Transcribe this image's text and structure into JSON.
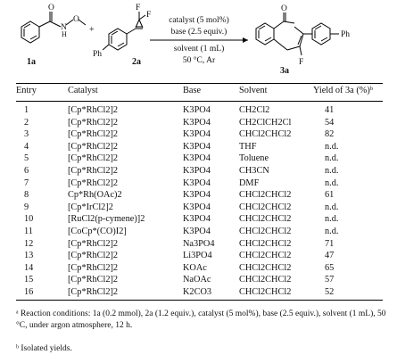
{
  "scheme": {
    "reagent1_label": "1a",
    "reagent2_label": "2a",
    "product_label": "3a",
    "plus": "+",
    "conditions_above_1": "catalyst (5 mol%)",
    "conditions_above_2": "base (2.5 equiv.)",
    "conditions_below_1": "solvent (1 mL)",
    "conditions_below_2": "50 °C, Ar",
    "atom_O_1": "O",
    "atom_N": "N",
    "atom_H": "H",
    "atom_O_2": "O",
    "atom_F_1": "F",
    "atom_F_2": "F",
    "atom_Ph_1": "Ph",
    "atom_O_3": "O",
    "atom_F_3": "F",
    "atom_Ph_2": "Ph"
  },
  "table": {
    "headers": {
      "entry": "Entry",
      "catalyst": "Catalyst",
      "base": "Base",
      "solvent": "Solvent",
      "yield": "Yield of 3a (%)ᵇ"
    },
    "rows": [
      {
        "entry": "1",
        "catalyst": "[Cp*RhCl2]2",
        "base": "K3PO4",
        "solvent": "CH2Cl2",
        "yield": "41"
      },
      {
        "entry": "2",
        "catalyst": "[Cp*RhCl2]2",
        "base": "K3PO4",
        "solvent": "CH2ClCH2Cl",
        "yield": "54"
      },
      {
        "entry": "3",
        "catalyst": "[Cp*RhCl2]2",
        "base": "K3PO4",
        "solvent": "CHCl2CHCl2",
        "yield": "82"
      },
      {
        "entry": "4",
        "catalyst": "[Cp*RhCl2]2",
        "base": "K3PO4",
        "solvent": "THF",
        "yield": "n.d."
      },
      {
        "entry": "5",
        "catalyst": "[Cp*RhCl2]2",
        "base": "K3PO4",
        "solvent": "Toluene",
        "yield": "n.d."
      },
      {
        "entry": "6",
        "catalyst": "[Cp*RhCl2]2",
        "base": "K3PO4",
        "solvent": "CH3CN",
        "yield": "n.d."
      },
      {
        "entry": "7",
        "catalyst": "[Cp*RhCl2]2",
        "base": "K3PO4",
        "solvent": "DMF",
        "yield": "n.d."
      },
      {
        "entry": "8",
        "catalyst": "Cp*Rh(OAc)2",
        "base": "K3PO4",
        "solvent": "CHCl2CHCl2",
        "yield": "61"
      },
      {
        "entry": "9",
        "catalyst": "[Cp*IrCl2]2",
        "base": "K3PO4",
        "solvent": "CHCl2CHCl2",
        "yield": "n.d."
      },
      {
        "entry": "10",
        "catalyst": "[RuCl2(p-cymene)]2",
        "base": "K3PO4",
        "solvent": "CHCl2CHCl2",
        "yield": "n.d."
      },
      {
        "entry": "11",
        "catalyst": "[CoCp*(CO)I2]",
        "base": "K3PO4",
        "solvent": "CHCl2CHCl2",
        "yield": "n.d."
      },
      {
        "entry": "12",
        "catalyst": "[Cp*RhCl2]2",
        "base": "Na3PO4",
        "solvent": "CHCl2CHCl2",
        "yield": "71"
      },
      {
        "entry": "13",
        "catalyst": "[Cp*RhCl2]2",
        "base": "Li3PO4",
        "solvent": "CHCl2CHCl2",
        "yield": "47"
      },
      {
        "entry": "14",
        "catalyst": "[Cp*RhCl2]2",
        "base": "KOAc",
        "solvent": "CHCl2CHCl2",
        "yield": "65"
      },
      {
        "entry": "15",
        "catalyst": "[Cp*RhCl2]2",
        "base": "NaOAc",
        "solvent": "CHCl2CHCl2",
        "yield": "57"
      },
      {
        "entry": "16",
        "catalyst": "[Cp*RhCl2]2",
        "base": "K2CO3",
        "solvent": "CHCl2CHCl2",
        "yield": "52"
      }
    ]
  },
  "footnotes": {
    "a": "ᵃ Reaction conditions: 1a (0.2 mmol), 2a (1.2 equiv.), catalyst (5 mol%), base (2.5 equiv.), solvent (1 mL), 50 °C, under argon atmosphere, 12 h.",
    "b": "ᵇ Isolated yields."
  }
}
